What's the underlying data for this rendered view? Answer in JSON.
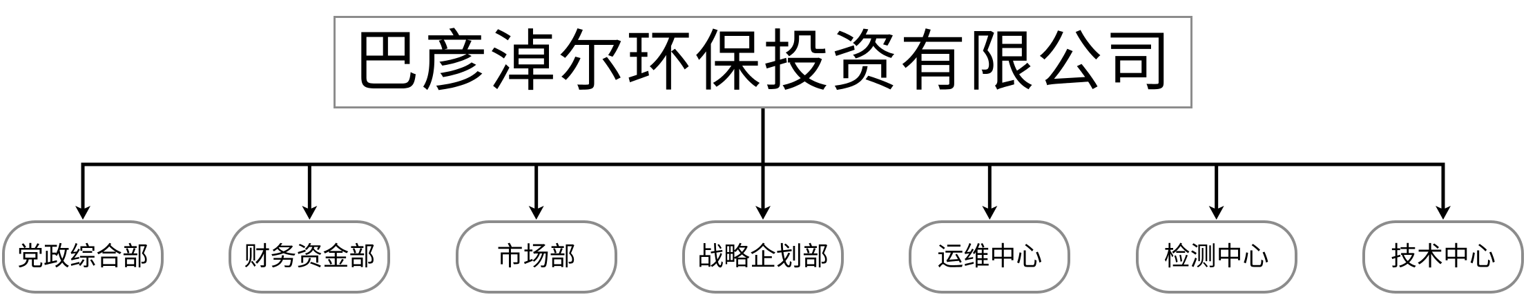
{
  "org_chart": {
    "root": {
      "label": "巴彦淖尔环保投资有限公司"
    },
    "departments": [
      {
        "label": "党政综合部"
      },
      {
        "label": "财务资金部"
      },
      {
        "label": "市场部"
      },
      {
        "label": "战略企划部"
      },
      {
        "label": "运维中心"
      },
      {
        "label": "检测中心"
      },
      {
        "label": "技术中心"
      }
    ],
    "colors": {
      "box_border": "#8c8c8c",
      "line": "#000000",
      "text": "#000000",
      "background": "#ffffff"
    }
  }
}
